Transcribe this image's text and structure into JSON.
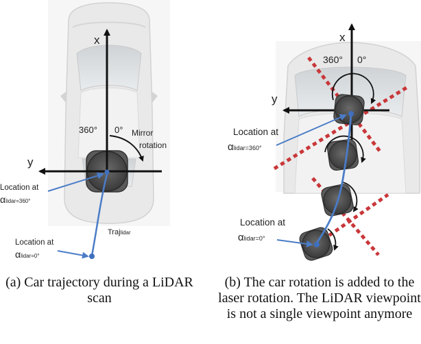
{
  "panel_a": {
    "axis_x": "x",
    "axis_y": "y",
    "angle_360": "360°",
    "angle_0": "0°",
    "mirror_line1": "Mirror",
    "mirror_line2": "rotation",
    "loc_label_1": "Location at",
    "alpha_symbol": "α",
    "sub_360": "lidar=360°",
    "sub_0": "lidar=0°",
    "traj": "Traj",
    "traj_sub": "lidar",
    "caption": "(a) Car trajectory during a LiDAR scan"
  },
  "panel_b": {
    "axis_x": "x",
    "axis_y": "y",
    "angle_360": "360°",
    "angle_0": "0°",
    "loc_label_1": "Location at",
    "alpha_symbol": "α",
    "sub_360": "lidar=360°",
    "sub_0": "lidar=0°",
    "caption": "(b) The car rotation is added to the laser rotation. The LiDAR viewpoint is not a single viewpoint anymore"
  },
  "colors": {
    "trajectory": "#4a7cc7",
    "point": "#3f6fbf",
    "dashed": "#c9373a",
    "axis": "#111111",
    "car_body": "#eeeeee",
    "sensor": "#4d4d4d"
  }
}
